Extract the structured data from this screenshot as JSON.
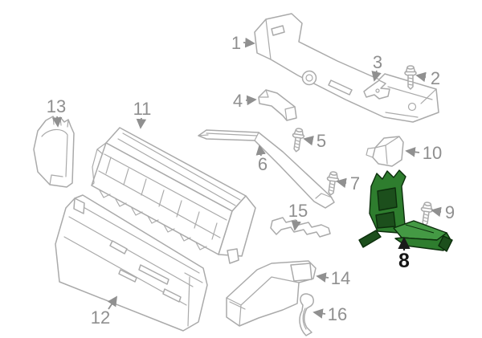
{
  "labels": [
    "1",
    "2",
    "3",
    "4",
    "5",
    "6",
    "7",
    "8",
    "9",
    "10",
    "11",
    "12",
    "13",
    "14",
    "15",
    "16"
  ],
  "highlighted_label": "8",
  "colors": {
    "background": "#ffffff",
    "line": "#aaaaaa",
    "label": "#8f8f8f",
    "highlight_label": "#161616",
    "part_fill": "#ffffff",
    "highlight_fill": "#2e7d2e",
    "highlight_fill_dark": "#1c4f1c",
    "highlight_fill_light": "#449944",
    "highlight_outline": "#0c2e0c"
  }
}
